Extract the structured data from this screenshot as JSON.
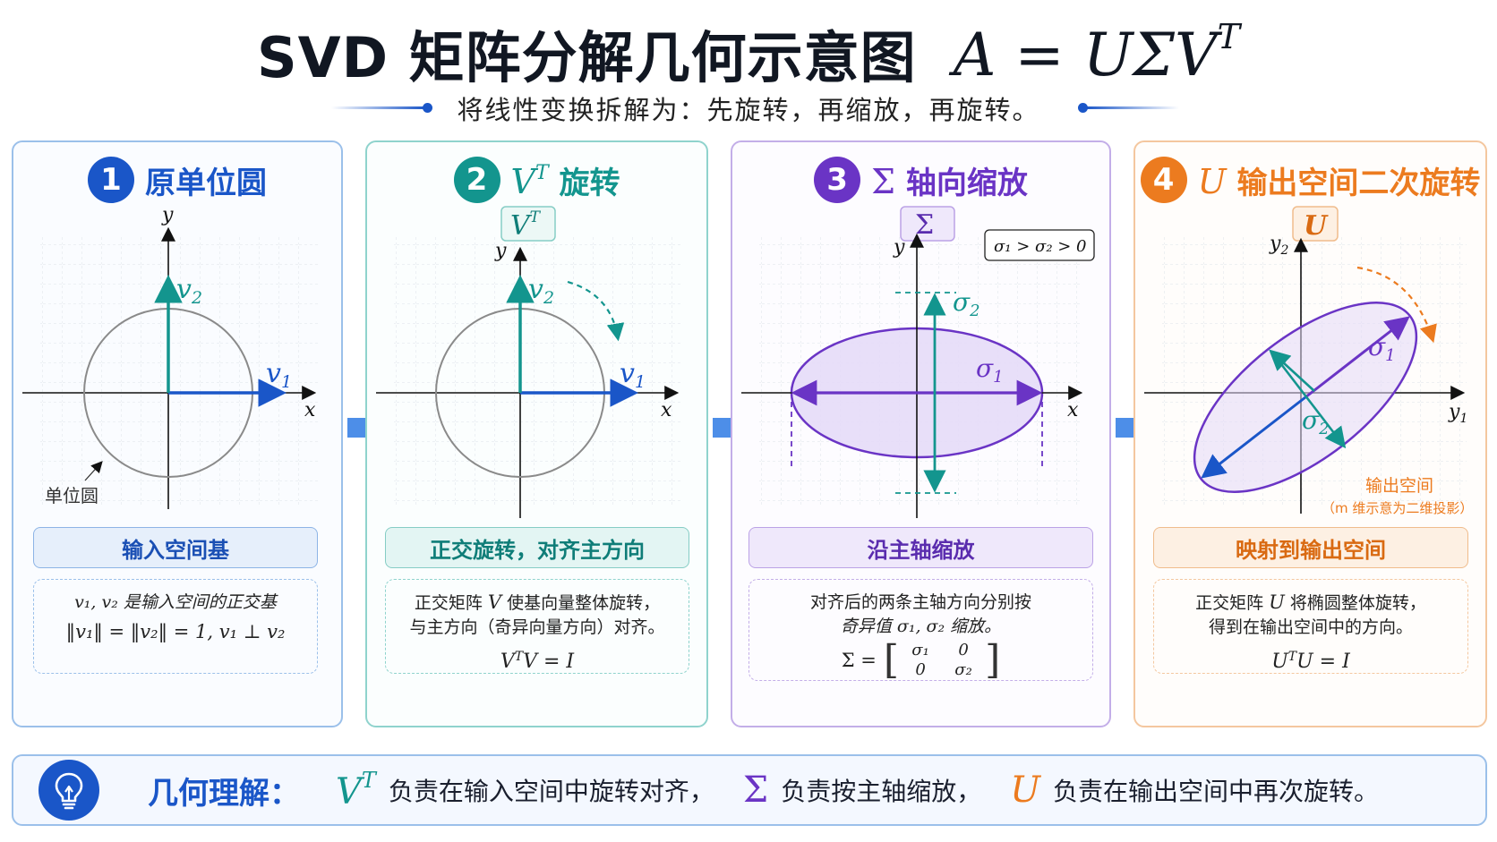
{
  "header": {
    "title": "SVD 矩阵分解几何示意图",
    "formula_base": "A = UΣV",
    "formula_sup": "T",
    "subtitle": "将线性变换拆解为：先旋转，再缩放，再旋转。"
  },
  "colors": {
    "blue": "#1a56c8",
    "teal": "#13958e",
    "purple": "#6a34c5",
    "orange": "#ec7b1f",
    "circle_gray": "#8a8a8a"
  },
  "panels": [
    {
      "number": "1",
      "title": "原单位圆",
      "axis_x": "x",
      "axis_y": "y",
      "vec1": "v",
      "vec1_sub": "1",
      "vec2": "v",
      "vec2_sub": "2",
      "annotation": "单位圆",
      "label": "输入空间基",
      "desc_line1": "v₁, v₂ 是输入空间的正交基",
      "desc_line2": "‖v₁‖ = ‖v₂‖ = 1,  v₁ ⊥ v₂"
    },
    {
      "number": "2",
      "title_sym": "V",
      "title_sup": "T",
      "title_text": "旋转",
      "badge": "V",
      "badge_sup": "T",
      "axis_x": "x",
      "axis_y": "y",
      "vec1": "v",
      "vec1_sub": "1",
      "vec2": "v",
      "vec2_sub": "2",
      "label": "正交旋转，对齐主方向",
      "desc_line1a": "正交矩阵 ",
      "desc_line1_sym": "V",
      "desc_line1b": " 使基向量整体旋转，",
      "desc_line2": "与主方向（奇异向量方向）对齐。",
      "formula_a": "V",
      "formula_sup": "T",
      "formula_b": "V = I"
    },
    {
      "number": "3",
      "title_sym": "Σ",
      "title_text": "轴向缩放",
      "badge": "Σ",
      "condition": "σ₁ > σ₂ > 0",
      "axis_x": "x",
      "axis_y": "y",
      "sigma1": "σ",
      "sigma1_sub": "1",
      "sigma2": "σ",
      "sigma2_sub": "2",
      "label": "沿主轴缩放",
      "desc_line1": "对齐后的两条主轴方向分别按",
      "desc_line2": "奇异值 σ₁, σ₂ 缩放。",
      "matrix_lhs": "Σ =",
      "matrix": [
        [
          "σ₁",
          "0"
        ],
        [
          "0",
          "σ₂"
        ]
      ]
    },
    {
      "number": "4",
      "title_sym": "U",
      "title_text": "输出空间二次旋转",
      "badge": "U",
      "axis_x": "y",
      "axis_x_sub": "1",
      "axis_y": "y",
      "axis_y_sub": "2",
      "sigma1": "σ",
      "sigma1_sub": "1",
      "sigma2": "σ",
      "sigma2_sub": "2",
      "annotation_title": "输出空间",
      "annotation_note": "（m 维示意为二维投影）",
      "label": "映射到输出空间",
      "desc_line1a": "正交矩阵 ",
      "desc_line1_sym": "U",
      "desc_line1b": " 将椭圆整体旋转，",
      "desc_line2": "得到在输出空间中的方向。",
      "formula_a": "U",
      "formula_sup": "T",
      "formula_b": "U = I"
    }
  ],
  "summary": {
    "lead": "几何理解：",
    "sym1": "V",
    "sym1_sup": "T",
    "text1": "负责在输入空间中旋转对齐，",
    "sym2": "Σ",
    "text2": "负责按主轴缩放，",
    "sym3": "U",
    "text3": "负责在输出空间中再次旋转。"
  }
}
